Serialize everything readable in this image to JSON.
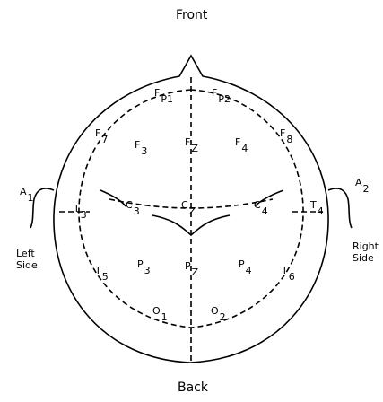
{
  "header": {
    "front": "Front",
    "back": "Back"
  },
  "sides": {
    "left_1": "Left",
    "left_2": "Side",
    "right_1": "Right",
    "right_2": "Side"
  },
  "ears": [
    {
      "id": "A1",
      "main": "A",
      "sub": "1"
    },
    {
      "id": "A2",
      "main": "A",
      "sub": "2"
    }
  ],
  "electrodes": [
    {
      "id": "Fp1",
      "main": "F",
      "sub": "P1"
    },
    {
      "id": "Fp2",
      "main": "F",
      "sub": "P2"
    },
    {
      "id": "F7",
      "main": "F",
      "sub": "7"
    },
    {
      "id": "F3",
      "main": "F",
      "sub": "3"
    },
    {
      "id": "Fz",
      "main": "F",
      "sub": "Z"
    },
    {
      "id": "F4",
      "main": "F",
      "sub": "4"
    },
    {
      "id": "F8",
      "main": "F",
      "sub": "8"
    },
    {
      "id": "T3",
      "main": "T",
      "sub": "3"
    },
    {
      "id": "C3",
      "main": "C",
      "sub": "3"
    },
    {
      "id": "Cz",
      "main": "C",
      "sub": "Z"
    },
    {
      "id": "C4",
      "main": "C",
      "sub": "4"
    },
    {
      "id": "T4",
      "main": "T",
      "sub": "4"
    },
    {
      "id": "T5",
      "main": "T",
      "sub": "5"
    },
    {
      "id": "P3",
      "main": "P",
      "sub": "3"
    },
    {
      "id": "Pz",
      "main": "P",
      "sub": "Z"
    },
    {
      "id": "P4",
      "main": "P",
      "sub": "4"
    },
    {
      "id": "T6",
      "main": "T",
      "sub": "6"
    },
    {
      "id": "O1",
      "main": "O",
      "sub": "1"
    },
    {
      "id": "O2",
      "main": "O",
      "sub": "2"
    }
  ]
}
